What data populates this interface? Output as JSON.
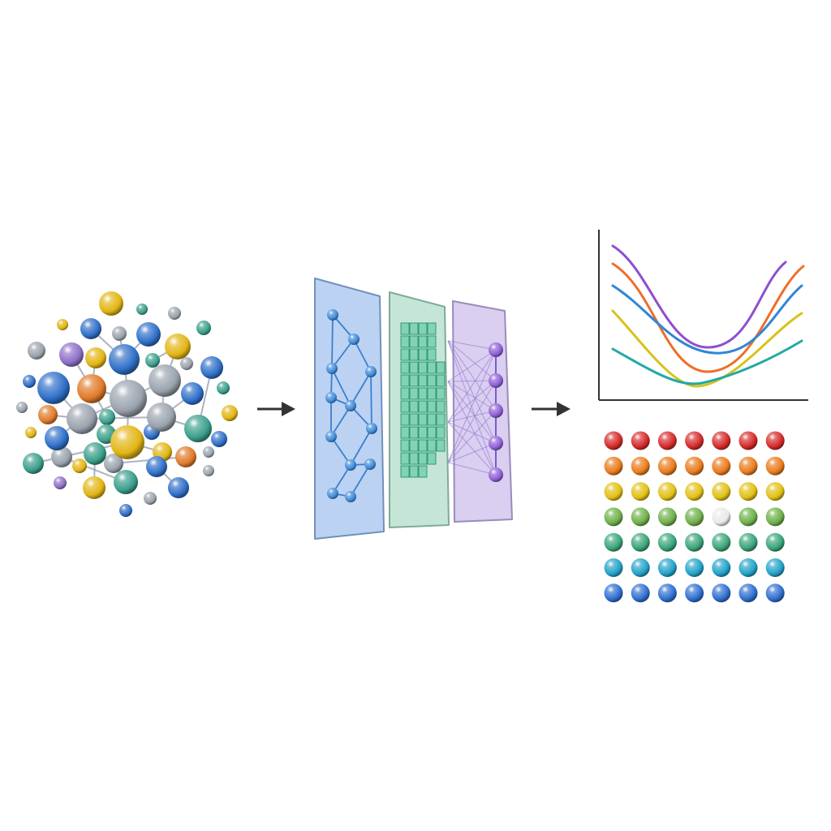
{
  "pipeline": {
    "stages": [
      {
        "id": "input",
        "kind": "atomic-structure"
      },
      {
        "id": "model",
        "kind": "layered-neural-network",
        "layers": [
          {
            "kind": "graph-layer",
            "color": "#8fb4ea",
            "nodes": 12
          },
          {
            "kind": "grid-layer",
            "color": "#9fd6bd",
            "cells_rows": 12,
            "cells_cols": 5
          },
          {
            "kind": "output-layer",
            "color": "#c2aee8",
            "nodes": 5
          }
        ]
      },
      {
        "id": "output",
        "kind": "curves-and-property-grid"
      }
    ],
    "arrow_count": 2
  },
  "colors": {
    "blue": "#2f6fc8",
    "gray": "#9aa3ad",
    "gold": "#e2b514",
    "teal": "#3a9f8c",
    "purple": "#8e6fc6",
    "orange": "#e07a2a",
    "red": "#d62a2a",
    "green": "#6fb04a",
    "cyan": "#23a3c9",
    "axis": "#333333",
    "arrow": "#333333"
  },
  "curves": [
    {
      "color": "#8e4fd0"
    },
    {
      "color": "#ee6f2a"
    },
    {
      "color": "#2f86d6"
    },
    {
      "color": "#d9c21a"
    },
    {
      "color": "#22a9a6"
    }
  ],
  "property_grid": {
    "rows": 7,
    "cols": 7,
    "row_colors": [
      "#d62a2a",
      "#ea7b1c",
      "#e2c014",
      "#6fb04a",
      "#3aa57a",
      "#23a3c9",
      "#2f6fd0"
    ],
    "highlight": {
      "row": 3,
      "col": 4,
      "color": "#e9e9e9"
    }
  }
}
